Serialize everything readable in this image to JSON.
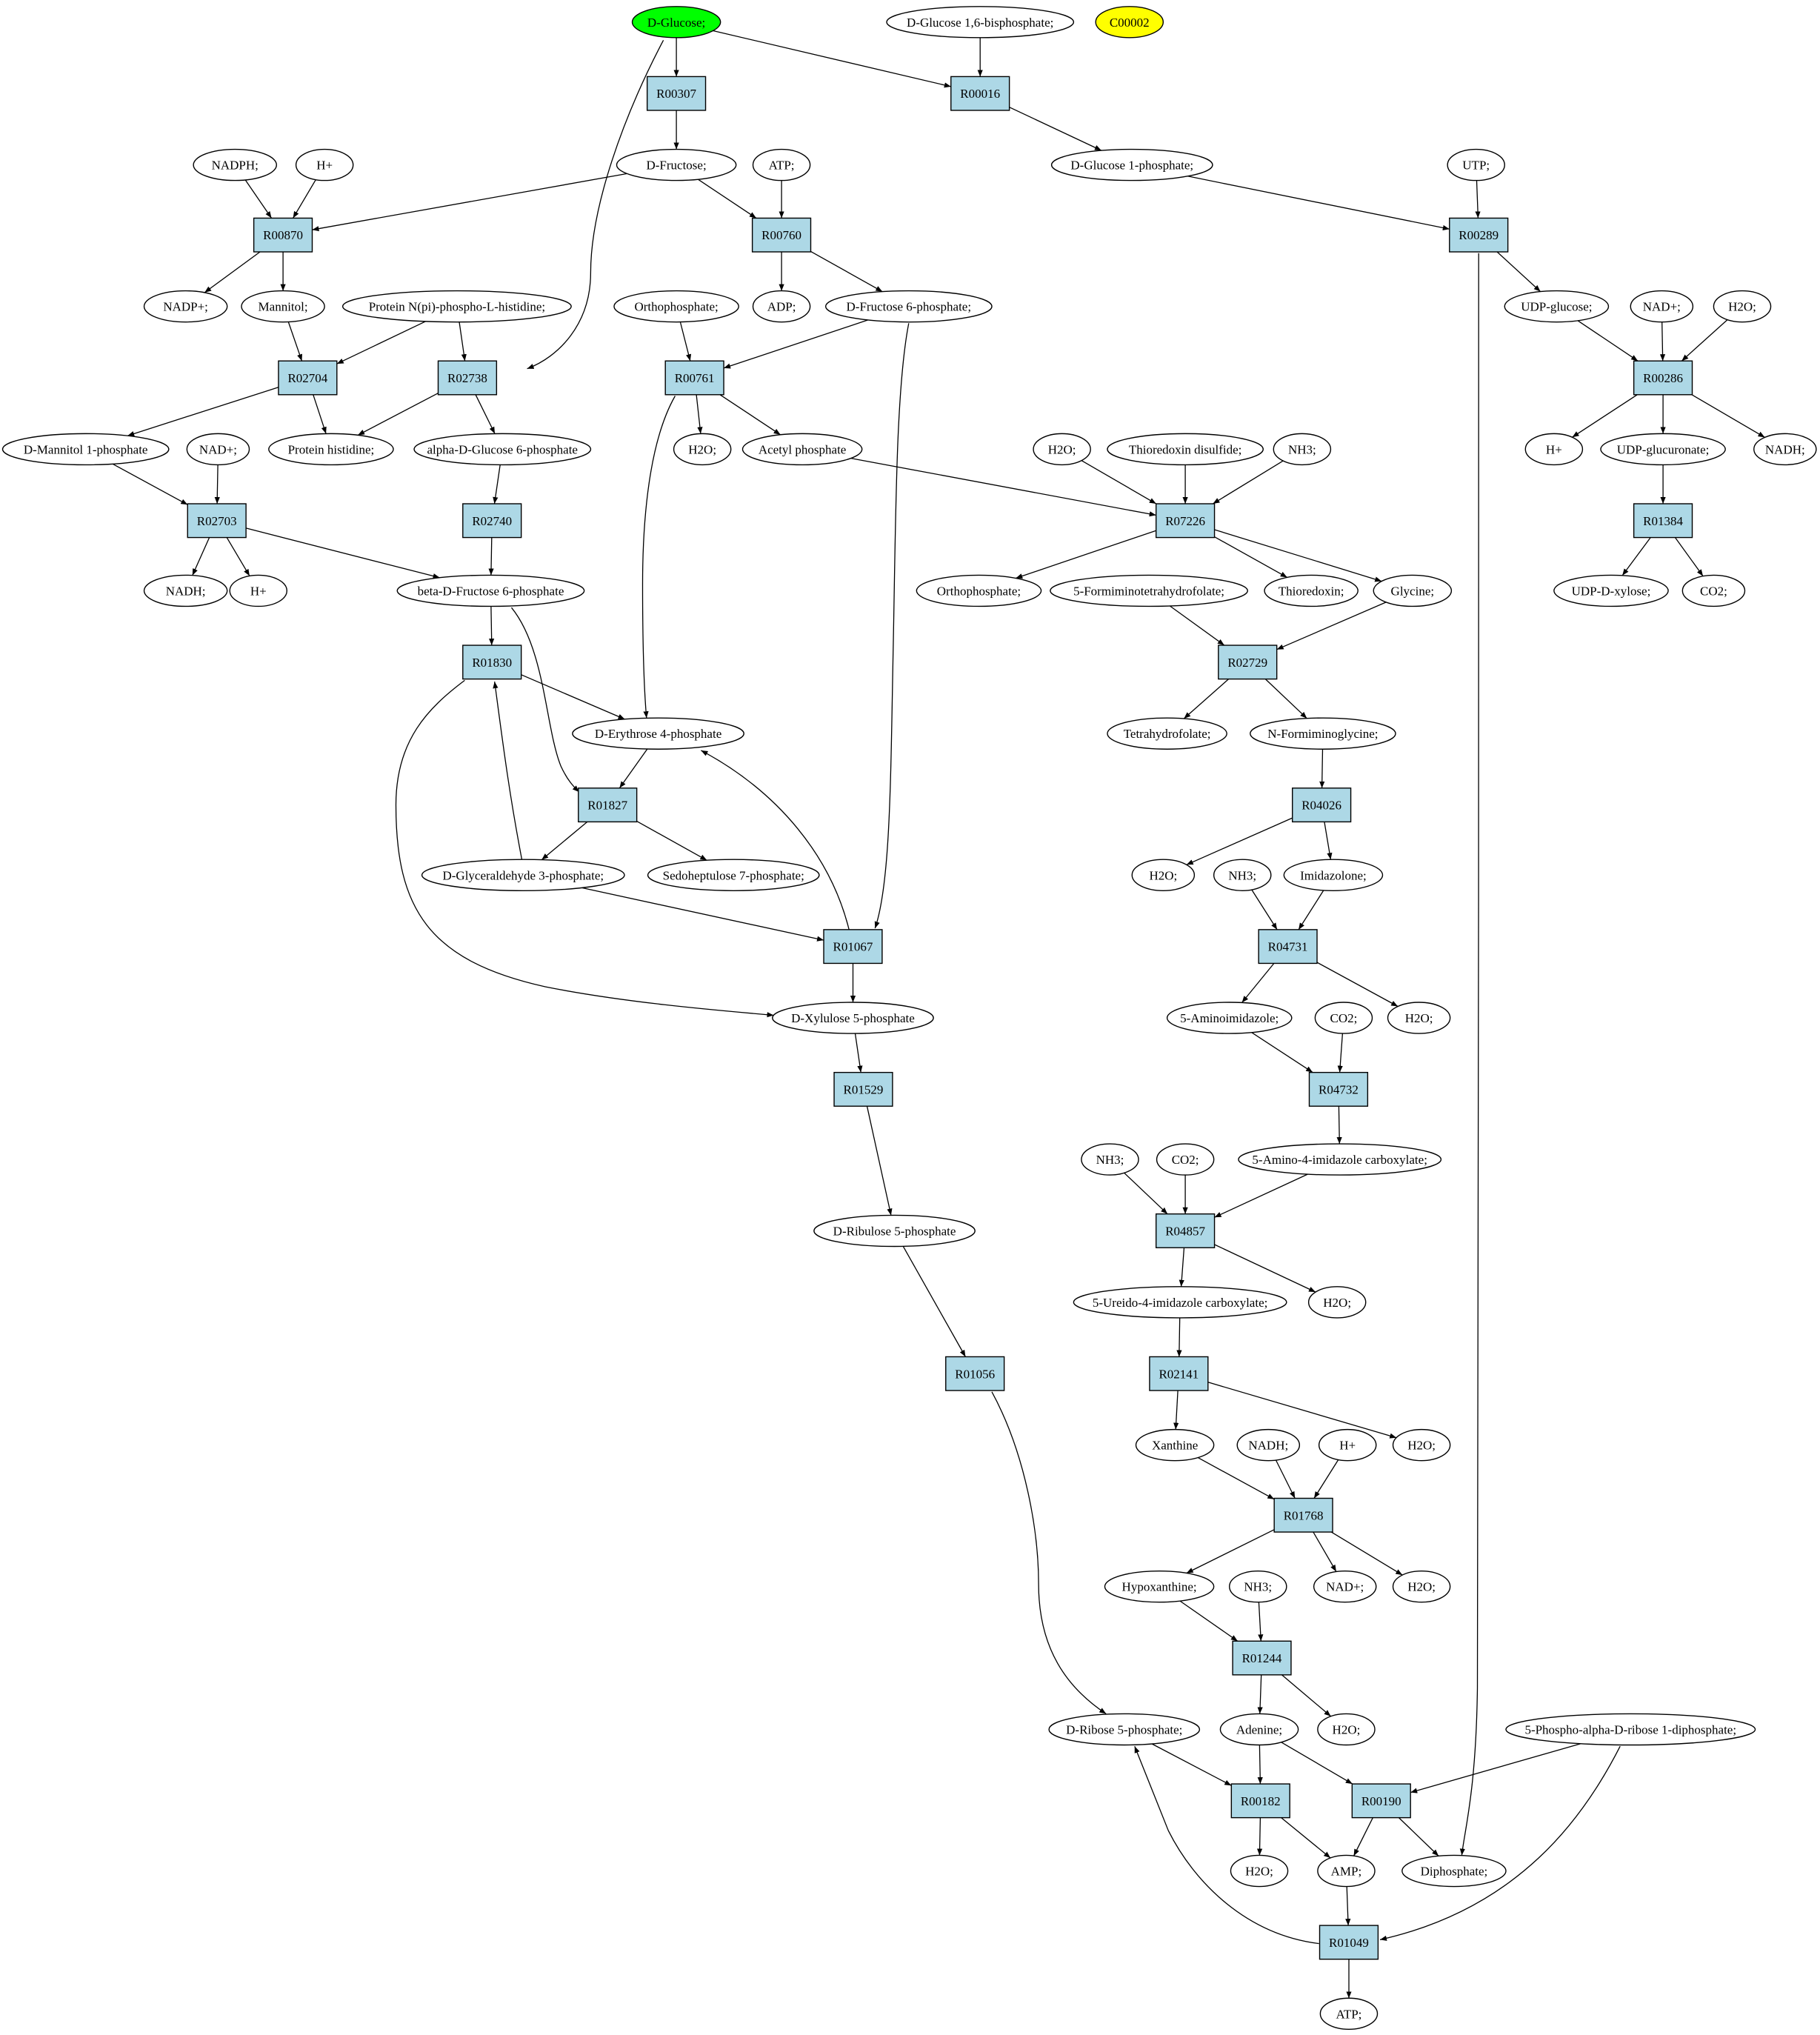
{
  "colors": {
    "compound": "#ffffff",
    "reaction": "#add8e6",
    "start_compound": "#00ff00",
    "highlighted_compound": "#ffff00",
    "edge": "#000000"
  },
  "compounds": [
    {
      "id": "c_glucose",
      "label": "D-Glucose;",
      "style": "start"
    },
    {
      "id": "c_g16bp",
      "label": "D-Glucose 1,6-bisphosphate;"
    },
    {
      "id": "c_c00002",
      "label": "C00002",
      "style": "highlight"
    },
    {
      "id": "c_nadph",
      "label": "NADPH;"
    },
    {
      "id": "c_hplus1",
      "label": "H+"
    },
    {
      "id": "c_fructose",
      "label": "D-Fructose;"
    },
    {
      "id": "c_atp1",
      "label": "ATP;"
    },
    {
      "id": "c_g1p",
      "label": "D-Glucose 1-phosphate;"
    },
    {
      "id": "c_utp",
      "label": "UTP;"
    },
    {
      "id": "c_nadp",
      "label": "NADP+;"
    },
    {
      "id": "c_mannitol",
      "label": "Mannitol;"
    },
    {
      "id": "c_protnpi",
      "label": "Protein N(pi)-phospho-L-histidine;"
    },
    {
      "id": "c_ortho1",
      "label": "Orthophosphate;"
    },
    {
      "id": "c_adp",
      "label": "ADP;"
    },
    {
      "id": "c_f6p",
      "label": "D-Fructose 6-phosphate;"
    },
    {
      "id": "c_udpglc",
      "label": "UDP-glucose;"
    },
    {
      "id": "c_nad1",
      "label": "NAD+;"
    },
    {
      "id": "c_h2o1",
      "label": "H2O;"
    },
    {
      "id": "c_m1p",
      "label": "D-Mannitol 1-phosphate"
    },
    {
      "id": "c_nad2",
      "label": "NAD+;"
    },
    {
      "id": "c_prothis",
      "label": "Protein histidine;"
    },
    {
      "id": "c_ag6p",
      "label": "alpha-D-Glucose 6-phosphate"
    },
    {
      "id": "c_h2o2",
      "label": "H2O;"
    },
    {
      "id": "c_acp",
      "label": "Acetyl phosphate"
    },
    {
      "id": "c_h2o3",
      "label": "H2O;"
    },
    {
      "id": "c_trxss",
      "label": "Thioredoxin disulfide;"
    },
    {
      "id": "c_nh3_1",
      "label": "NH3;"
    },
    {
      "id": "c_hplus2",
      "label": "H+"
    },
    {
      "id": "c_udpglcu",
      "label": "UDP-glucuronate;"
    },
    {
      "id": "c_nadh1",
      "label": "NADH;"
    },
    {
      "id": "c_nadh2",
      "label": "NADH;"
    },
    {
      "id": "c_hplus3",
      "label": "H+"
    },
    {
      "id": "c_bf6p",
      "label": "beta-D-Fructose 6-phosphate"
    },
    {
      "id": "c_ortho2",
      "label": "Orthophosphate;"
    },
    {
      "id": "c_fthf",
      "label": "5-Formiminotetrahydrofolate;"
    },
    {
      "id": "c_trx",
      "label": "Thioredoxin;"
    },
    {
      "id": "c_gly",
      "label": "Glycine;"
    },
    {
      "id": "c_udpxyl",
      "label": "UDP-D-xylose;"
    },
    {
      "id": "c_co2_1",
      "label": "CO2;"
    },
    {
      "id": "c_e4p",
      "label": "D-Erythrose 4-phosphate"
    },
    {
      "id": "c_thf",
      "label": "Tetrahydrofolate;"
    },
    {
      "id": "c_nfgly",
      "label": "N-Formiminoglycine;"
    },
    {
      "id": "c_gap",
      "label": "D-Glyceraldehyde 3-phosphate;"
    },
    {
      "id": "c_s7p",
      "label": "Sedoheptulose 7-phosphate;"
    },
    {
      "id": "c_h2o4",
      "label": "H2O;"
    },
    {
      "id": "c_nh3_2",
      "label": "NH3;"
    },
    {
      "id": "c_imidazolone",
      "label": "Imidazolone;"
    },
    {
      "id": "c_x5p",
      "label": "D-Xylulose 5-phosphate"
    },
    {
      "id": "c_5ai",
      "label": "5-Aminoimidazole;"
    },
    {
      "id": "c_co2_2",
      "label": "CO2;"
    },
    {
      "id": "c_h2o5",
      "label": "H2O;"
    },
    {
      "id": "c_nh3_3",
      "label": "NH3;"
    },
    {
      "id": "c_co2_3",
      "label": "CO2;"
    },
    {
      "id": "c_5a4ic",
      "label": "5-Amino-4-imidazole carboxylate;"
    },
    {
      "id": "c_ru5p",
      "label": "D-Ribulose 5-phosphate"
    },
    {
      "id": "c_5u4ic",
      "label": "5-Ureido-4-imidazole carboxylate;"
    },
    {
      "id": "c_h2o6",
      "label": "H2O;"
    },
    {
      "id": "c_xanthine",
      "label": "Xanthine"
    },
    {
      "id": "c_nadh3",
      "label": "NADH;"
    },
    {
      "id": "c_hplus4",
      "label": "H+"
    },
    {
      "id": "c_h2o7",
      "label": "H2O;"
    },
    {
      "id": "c_hypox",
      "label": "Hypoxanthine;"
    },
    {
      "id": "c_nh3_4",
      "label": "NH3;"
    },
    {
      "id": "c_nad3",
      "label": "NAD+;"
    },
    {
      "id": "c_h2o8",
      "label": "H2O;"
    },
    {
      "id": "c_r5p",
      "label": "D-Ribose 5-phosphate;"
    },
    {
      "id": "c_adenine",
      "label": "Adenine;"
    },
    {
      "id": "c_h2o9",
      "label": "H2O;"
    },
    {
      "id": "c_prpp",
      "label": "5-Phospho-alpha-D-ribose 1-diphosphate;"
    },
    {
      "id": "c_h2o10",
      "label": "H2O;"
    },
    {
      "id": "c_amp",
      "label": "AMP;"
    },
    {
      "id": "c_ppi",
      "label": "Diphosphate;"
    },
    {
      "id": "c_atp2",
      "label": "ATP;"
    }
  ],
  "reactions": [
    {
      "id": "r_R00307",
      "label": "R00307"
    },
    {
      "id": "r_R00016",
      "label": "R00016"
    },
    {
      "id": "r_R00870",
      "label": "R00870"
    },
    {
      "id": "r_R00760",
      "label": "R00760"
    },
    {
      "id": "r_R00289",
      "label": "R00289"
    },
    {
      "id": "r_R02704",
      "label": "R02704"
    },
    {
      "id": "r_R02738",
      "label": "R02738"
    },
    {
      "id": "r_R00761",
      "label": "R00761"
    },
    {
      "id": "r_R00286",
      "label": "R00286"
    },
    {
      "id": "r_R02703",
      "label": "R02703"
    },
    {
      "id": "r_R02740",
      "label": "R02740"
    },
    {
      "id": "r_R07226",
      "label": "R07226"
    },
    {
      "id": "r_R01384",
      "label": "R01384"
    },
    {
      "id": "r_R01830",
      "label": "R01830"
    },
    {
      "id": "r_R02729",
      "label": "R02729"
    },
    {
      "id": "r_R01827",
      "label": "R01827"
    },
    {
      "id": "r_R04026",
      "label": "R04026"
    },
    {
      "id": "r_R01067",
      "label": "R01067"
    },
    {
      "id": "r_R04731",
      "label": "R04731"
    },
    {
      "id": "r_R01529",
      "label": "R01529"
    },
    {
      "id": "r_R04732",
      "label": "R04732"
    },
    {
      "id": "r_R04857",
      "label": "R04857"
    },
    {
      "id": "r_R01056",
      "label": "R01056"
    },
    {
      "id": "r_R02141",
      "label": "R02141"
    },
    {
      "id": "r_R01768",
      "label": "R01768"
    },
    {
      "id": "r_R01244",
      "label": "R01244"
    },
    {
      "id": "r_R00182",
      "label": "R00182"
    },
    {
      "id": "r_R00190",
      "label": "R00190"
    },
    {
      "id": "r_R01049",
      "label": "R01049"
    }
  ],
  "edges": [
    [
      "c_glucose",
      "r_R00307"
    ],
    [
      "c_glucose",
      "r_R00016"
    ],
    [
      "c_glucose",
      "r_R02738"
    ],
    [
      "c_g16bp",
      "r_R00016"
    ],
    [
      "r_R00307",
      "c_fructose"
    ],
    [
      "r_R00016",
      "c_g1p"
    ],
    [
      "c_nadph",
      "r_R00870"
    ],
    [
      "c_hplus1",
      "r_R00870"
    ],
    [
      "c_fructose",
      "r_R00870"
    ],
    [
      "c_fructose",
      "r_R00760"
    ],
    [
      "c_atp1",
      "r_R00760"
    ],
    [
      "c_g1p",
      "r_R00289"
    ],
    [
      "c_utp",
      "r_R00289"
    ],
    [
      "r_R00870",
      "c_nadp"
    ],
    [
      "r_R00870",
      "c_mannitol"
    ],
    [
      "r_R00760",
      "c_adp"
    ],
    [
      "r_R00760",
      "c_f6p"
    ],
    [
      "r_R00289",
      "c_udpglc"
    ],
    [
      "r_R00289",
      "c_ppi"
    ],
    [
      "c_mannitol",
      "r_R02704"
    ],
    [
      "c_protnpi",
      "r_R02704"
    ],
    [
      "c_protnpi",
      "r_R02738"
    ],
    [
      "c_ortho1",
      "r_R00761"
    ],
    [
      "c_f6p",
      "r_R00761"
    ],
    [
      "c_f6p",
      "r_R01067"
    ],
    [
      "c_udpglc",
      "r_R00286"
    ],
    [
      "c_nad1",
      "r_R00286"
    ],
    [
      "c_h2o1",
      "r_R00286"
    ],
    [
      "r_R02704",
      "c_m1p"
    ],
    [
      "r_R02704",
      "c_prothis"
    ],
    [
      "r_R02738",
      "c_prothis"
    ],
    [
      "r_R02738",
      "c_ag6p"
    ],
    [
      "r_R00761",
      "c_h2o2"
    ],
    [
      "r_R00761",
      "c_acp"
    ],
    [
      "r_R00761",
      "c_e4p"
    ],
    [
      "r_R00286",
      "c_hplus2"
    ],
    [
      "r_R00286",
      "c_udpglcu"
    ],
    [
      "r_R00286",
      "c_nadh1"
    ],
    [
      "c_m1p",
      "r_R02703"
    ],
    [
      "c_nad2",
      "r_R02703"
    ],
    [
      "c_ag6p",
      "r_R02740"
    ],
    [
      "c_acp",
      "r_R07226"
    ],
    [
      "c_h2o3",
      "r_R07226"
    ],
    [
      "c_trxss",
      "r_R07226"
    ],
    [
      "c_nh3_1",
      "r_R07226"
    ],
    [
      "c_udpglcu",
      "r_R01384"
    ],
    [
      "r_R02703",
      "c_nadh2"
    ],
    [
      "r_R02703",
      "c_hplus3"
    ],
    [
      "r_R02703",
      "c_bf6p"
    ],
    [
      "r_R02740",
      "c_bf6p"
    ],
    [
      "r_R07226",
      "c_ortho2"
    ],
    [
      "r_R07226",
      "c_trx"
    ],
    [
      "r_R07226",
      "c_gly"
    ],
    [
      "r_R01384",
      "c_udpxyl"
    ],
    [
      "r_R01384",
      "c_co2_1"
    ],
    [
      "c_bf6p",
      "r_R01830"
    ],
    [
      "c_bf6p",
      "r_R01827"
    ],
    [
      "c_fthf",
      "r_R02729"
    ],
    [
      "c_gly",
      "r_R02729"
    ],
    [
      "r_R01830",
      "c_e4p"
    ],
    [
      "r_R01830",
      "c_x5p"
    ],
    [
      "r_R02729",
      "c_thf"
    ],
    [
      "r_R02729",
      "c_nfgly"
    ],
    [
      "c_e4p",
      "r_R01827"
    ],
    [
      "c_nfgly",
      "r_R04026"
    ],
    [
      "r_R01827",
      "c_gap"
    ],
    [
      "r_R01827",
      "c_s7p"
    ],
    [
      "c_gap",
      "r_R01830"
    ],
    [
      "c_gap",
      "r_R01067"
    ],
    [
      "r_R04026",
      "c_h2o4"
    ],
    [
      "r_R04026",
      "c_imidazolone"
    ],
    [
      "c_nh3_2",
      "r_R04731"
    ],
    [
      "c_imidazolone",
      "r_R04731"
    ],
    [
      "r_R01067",
      "c_x5p"
    ],
    [
      "r_R01067",
      "c_e4p"
    ],
    [
      "r_R04731",
      "c_5ai"
    ],
    [
      "r_R04731",
      "c_h2o5"
    ],
    [
      "c_x5p",
      "r_R01529"
    ],
    [
      "c_5ai",
      "r_R04732"
    ],
    [
      "c_co2_2",
      "r_R04732"
    ],
    [
      "r_R04732",
      "c_5a4ic"
    ],
    [
      "c_nh3_3",
      "r_R04857"
    ],
    [
      "c_co2_3",
      "r_R04857"
    ],
    [
      "c_5a4ic",
      "r_R04857"
    ],
    [
      "r_R01529",
      "c_ru5p"
    ],
    [
      "r_R04857",
      "c_5u4ic"
    ],
    [
      "r_R04857",
      "c_h2o6"
    ],
    [
      "c_ru5p",
      "r_R01056"
    ],
    [
      "c_5u4ic",
      "r_R02141"
    ],
    [
      "r_R01056",
      "c_r5p"
    ],
    [
      "r_R02141",
      "c_xanthine"
    ],
    [
      "r_R02141",
      "c_h2o7"
    ],
    [
      "c_xanthine",
      "r_R01768"
    ],
    [
      "c_nadh3",
      "r_R01768"
    ],
    [
      "c_hplus4",
      "r_R01768"
    ],
    [
      "r_R01768",
      "c_hypox"
    ],
    [
      "r_R01768",
      "c_nad3"
    ],
    [
      "r_R01768",
      "c_h2o8"
    ],
    [
      "c_hypox",
      "r_R01244"
    ],
    [
      "c_nh3_4",
      "r_R01244"
    ],
    [
      "r_R01244",
      "c_adenine"
    ],
    [
      "r_R01244",
      "c_h2o9"
    ],
    [
      "c_r5p",
      "r_R00182"
    ],
    [
      "c_adenine",
      "r_R00182"
    ],
    [
      "c_adenine",
      "r_R00190"
    ],
    [
      "c_prpp",
      "r_R00190"
    ],
    [
      "c_prpp",
      "r_R01049"
    ],
    [
      "r_R00182",
      "c_h2o10"
    ],
    [
      "r_R00182",
      "c_amp"
    ],
    [
      "r_R00190",
      "c_amp"
    ],
    [
      "r_R00190",
      "c_ppi"
    ],
    [
      "c_amp",
      "r_R01049"
    ],
    [
      "r_R01049",
      "c_r5p"
    ],
    [
      "r_R01049",
      "c_atp2"
    ]
  ]
}
